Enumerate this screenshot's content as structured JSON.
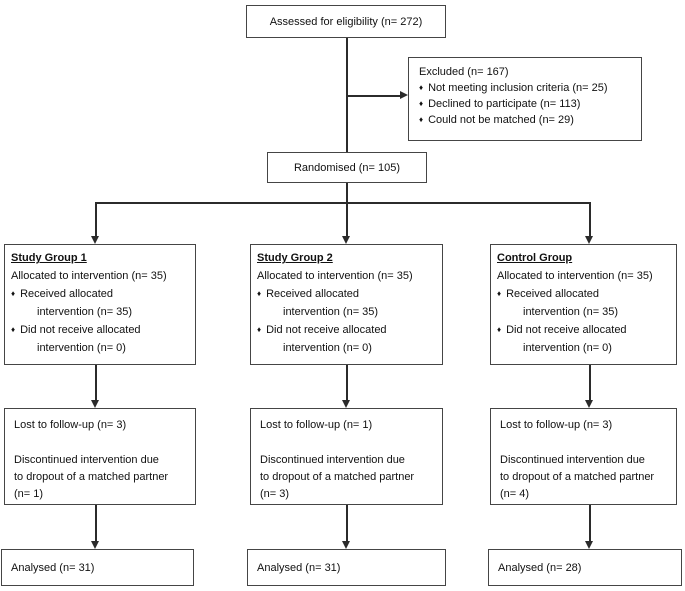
{
  "bullet_char": "♦",
  "colors": {
    "box_border": "#454545",
    "connector_line": "#2b2b2b",
    "text": "#111111",
    "background": "#ffffff"
  },
  "flow": {
    "assessed": "Assessed for eligibility (n= 272)",
    "excluded": {
      "title": "Excluded (n= 167)",
      "items": [
        "Not meeting inclusion criteria (n= 25)",
        "Declined to participate (n= 113)",
        "Could not be matched (n= 29)"
      ]
    },
    "randomised": "Randomised (n= 105)",
    "columns": [
      {
        "allocation": {
          "title": "Study Group 1",
          "summary": "Allocated to intervention (n= 35)",
          "bullet1_line1": "Received allocated",
          "bullet1_line2": "intervention (n= 35)",
          "bullet2_line1": "Did not receive allocated",
          "bullet2_line2": "intervention (n= 0)"
        },
        "followup": {
          "line1": "Lost to follow-up (n= 3)",
          "line2": "Discontinued intervention due",
          "line3": "to dropout of a matched partner",
          "line4": "(n= 1)"
        },
        "analysed": "Analysed (n= 31)"
      },
      {
        "allocation": {
          "title": "Study Group 2",
          "summary": "Allocated to intervention (n= 35)",
          "bullet1_line1": "Received allocated",
          "bullet1_line2": "intervention (n= 35)",
          "bullet2_line1": "Did not receive allocated",
          "bullet2_line2": "intervention (n= 0)"
        },
        "followup": {
          "line1": "Lost to follow-up (n= 1)",
          "line2": "Discontinued intervention due",
          "line3": "to dropout of a matched partner",
          "line4": "(n= 3)"
        },
        "analysed": "Analysed (n= 31)"
      },
      {
        "allocation": {
          "title": "Control Group",
          "summary": "Allocated to intervention (n= 35)",
          "bullet1_line1": "Received allocated",
          "bullet1_line2": "intervention (n= 35)",
          "bullet2_line1": "Did not receive allocated",
          "bullet2_line2": "intervention (n= 0)"
        },
        "followup": {
          "line1": "Lost to follow-up (n= 3)",
          "line2": "Discontinued intervention due",
          "line3": "to dropout of a matched partner",
          "line4": "(n= 4)"
        },
        "analysed": "Analysed (n= 28)"
      }
    ]
  }
}
